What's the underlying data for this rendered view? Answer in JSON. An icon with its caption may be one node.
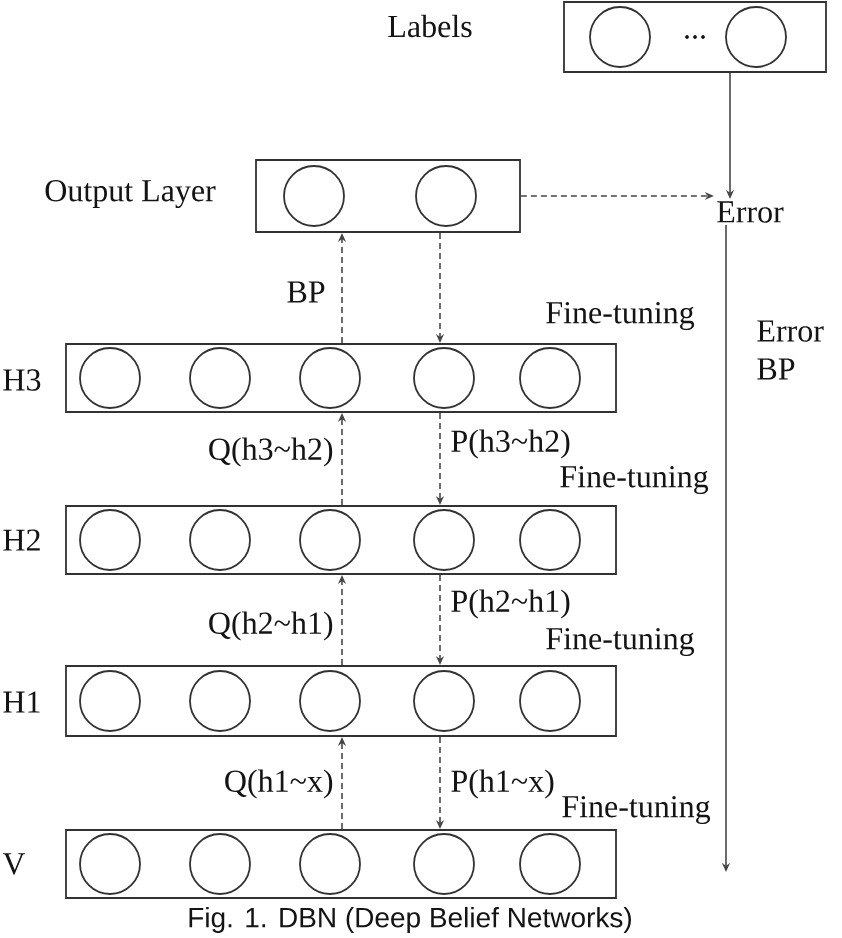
{
  "diagram": {
    "caption": "Fig. 1. DBN (Deep Belief Networks)",
    "nodes": [
      {
        "text": [
          "Labels",
          "..."
        ]
      },
      {
        "text": [],
        "shape": "circle",
        "in": 0
      },
      {
        "text": [],
        "shape": "circle",
        "in": 0
      },
      {
        "text": [
          "Output Layer"
        ]
      },
      {
        "text": [],
        "shape": "circle",
        "in": 3
      },
      {
        "text": [],
        "shape": "circle",
        "in": 3
      },
      {
        "text": [
          "Error"
        ]
      },
      {
        "text": [
          "H3"
        ],
        "beside": [
          "Fine-tuning"
        ]
      },
      {
        "text": [],
        "shape": "circle",
        "in": 7
      },
      {
        "text": [],
        "shape": "circle",
        "in": 7
      },
      {
        "text": [],
        "shape": "circle",
        "in": 7
      },
      {
        "text": [],
        "shape": "circle",
        "in": 7
      },
      {
        "text": [],
        "shape": "circle",
        "in": 7
      },
      {
        "text": [
          "H2"
        ],
        "beside": [
          "Fine-tuning"
        ]
      },
      {
        "text": [],
        "shape": "circle",
        "in": 13
      },
      {
        "text": [],
        "shape": "circle",
        "in": 13
      },
      {
        "text": [],
        "shape": "circle",
        "in": 13
      },
      {
        "text": [],
        "shape": "circle",
        "in": 13
      },
      {
        "text": [],
        "shape": "circle",
        "in": 13
      },
      {
        "text": [
          "H1"
        ],
        "beside": [
          "Fine-tuning"
        ]
      },
      {
        "text": [],
        "shape": "circle",
        "in": 19
      },
      {
        "text": [],
        "shape": "circle",
        "in": 19
      },
      {
        "text": [],
        "shape": "circle",
        "in": 19
      },
      {
        "text": [],
        "shape": "circle",
        "in": 19
      },
      {
        "text": [],
        "shape": "circle",
        "in": 19
      },
      {
        "text": [
          "V"
        ],
        "beside": [
          "Fine-tuning"
        ]
      },
      {
        "text": [],
        "shape": "circle",
        "in": 25
      },
      {
        "text": [],
        "shape": "circle",
        "in": 25
      },
      {
        "text": [],
        "shape": "circle",
        "in": 25
      },
      {
        "text": [],
        "shape": "circle",
        "in": 25
      },
      {
        "text": [],
        "shape": "circle",
        "in": 25
      }
    ],
    "edges": [
      {
        "from": 0,
        "to": 6,
        "arrow": "to"
      },
      {
        "from": 3,
        "to": 6,
        "arrow": "to",
        "style": "dashed"
      },
      {
        "from": 6,
        "to": null,
        "arrow": "to",
        "label": "Error BP"
      },
      {
        "from": 7,
        "to": 3,
        "arrow": "to",
        "style": "dashed",
        "label": "BP"
      },
      {
        "from": 3,
        "to": 7,
        "arrow": "to",
        "style": "dashed"
      },
      {
        "from": 13,
        "to": 7,
        "arrow": "to",
        "style": "dashed",
        "label": "Q(h3~h2)"
      },
      {
        "from": 7,
        "to": 13,
        "arrow": "to",
        "style": "dashed",
        "label": "P(h3~h2)"
      },
      {
        "from": 19,
        "to": 13,
        "arrow": "to",
        "style": "dashed",
        "label": "Q(h2~h1)"
      },
      {
        "from": 13,
        "to": 19,
        "arrow": "to",
        "style": "dashed",
        "label": "P(h2~h1)"
      },
      {
        "from": 25,
        "to": 19,
        "arrow": "to",
        "style": "dashed",
        "label": "Q(h1~x)"
      },
      {
        "from": 19,
        "to": 25,
        "arrow": "to",
        "style": "dashed",
        "label": "P(h1~x)"
      }
    ]
  }
}
